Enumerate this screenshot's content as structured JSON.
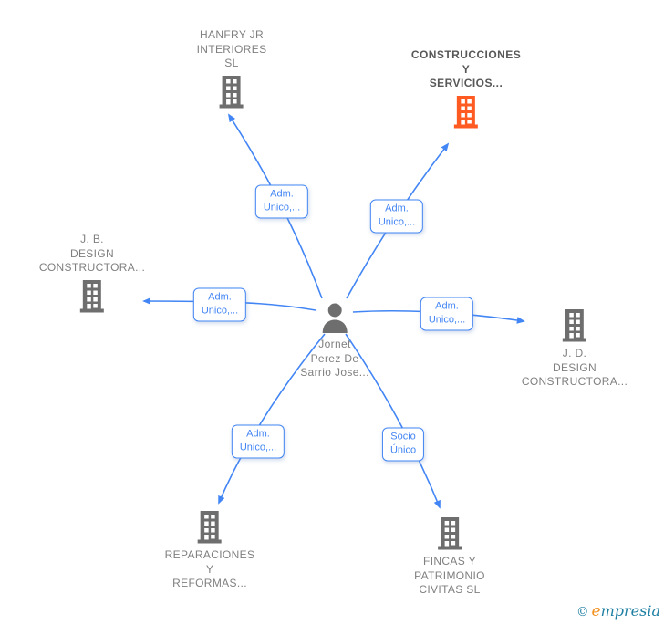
{
  "nodes": {
    "person": {
      "label": "Jornet\nPerez De\nSarrio Jose...",
      "icon": "person-icon"
    },
    "hanfry_jr_interiores": {
      "label": "HANFRY JR\nINTERIORES\nSL",
      "icon": "building-icon"
    },
    "construcciones_y_servicios": {
      "label": "CONSTRUCCIONES\nY\nSERVICIOS...",
      "icon": "building-icon",
      "highlighted": true
    },
    "jb_design_constructora": {
      "label": "J. B.\nDESIGN\nCONSTRUCTORA...",
      "icon": "building-icon"
    },
    "jd_design_constructora": {
      "label": "J. D.\nDESIGN\nCONSTRUCTORA...",
      "icon": "building-icon"
    },
    "reparaciones_y_reformas": {
      "label": "REPARACIONES\nY\nREFORMAS...",
      "icon": "building-icon"
    },
    "fincas_y_patrimonio_civitas": {
      "label": "FINCAS Y\nPATRIMONIO\nCIVITAS  SL",
      "icon": "building-icon"
    }
  },
  "edges": {
    "person_to_hanfry": {
      "label": "Adm.\nUnico,..."
    },
    "person_to_construcciones": {
      "label": "Adm.\nUnico,..."
    },
    "person_to_jb": {
      "label": "Adm.\nUnico,..."
    },
    "person_to_jd": {
      "label": "Adm.\nUnico,..."
    },
    "person_to_reparaciones": {
      "label": "Adm.\nUnico,..."
    },
    "person_to_fincas": {
      "label": "Socio\nÚnico"
    }
  },
  "watermark": {
    "copyright_symbol": "©",
    "brand_initial": "e",
    "brand_rest": "mpresia"
  },
  "colors": {
    "edge_blue": "#4285f4",
    "label_text_gray": "#7f7f7f",
    "label_bold_gray": "#585858",
    "icon_gray": "#6e6e6e",
    "highlight_orange": "#ff5a22",
    "brand_teal": "#1e7fa3",
    "brand_orange": "#f39222"
  }
}
